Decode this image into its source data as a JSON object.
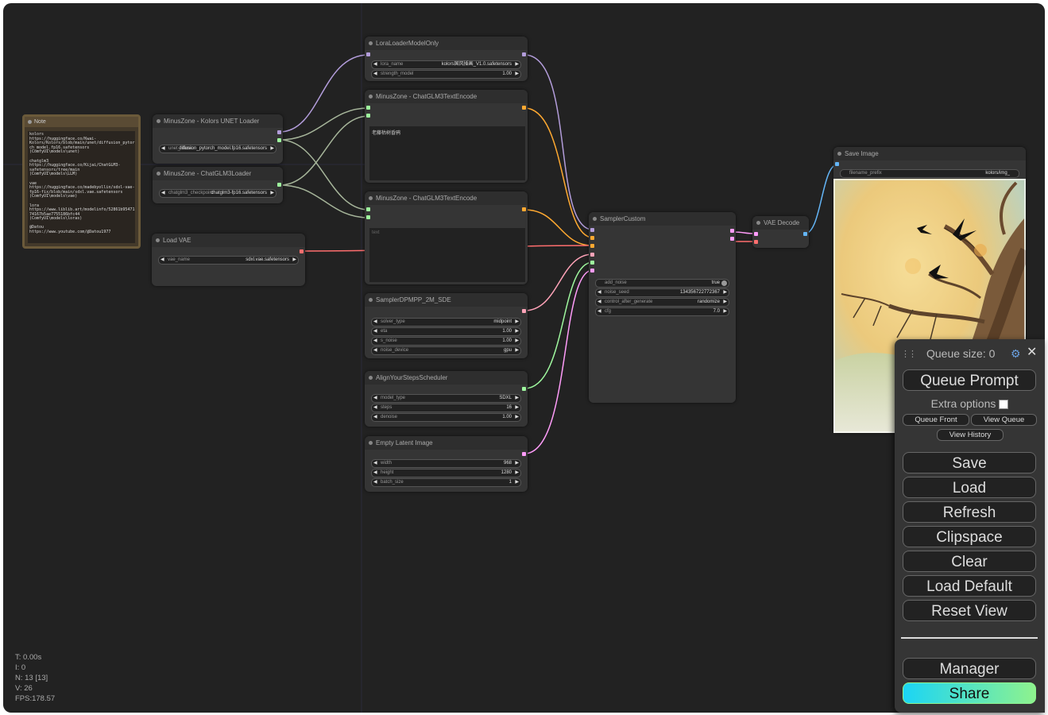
{
  "stats": {
    "t": "T: 0.00s",
    "i": "I: 0",
    "n": "N: 13 [13]",
    "v": "V: 26",
    "fps": "FPS:178.57"
  },
  "note": {
    "title": "Note",
    "text": "kolors\nhttps://huggingface.co/Kwai-\nKolors/Kolors/blob/main/unet/diffusion_pytor\nch_model.fp16.safetensors\n(ComfyUI\\models\\unet)\n\nchatglm3\nhttps://huggingface.co/Kijai/ChatGLM3-\nsafetensors/tree/main\n(ComfyUI\\models\\LLM)\n\nvae\nhttps://huggingface.co/madebyollin/sdxl-vae-\nfp16-fix/blob/main/sdxl.vae.safetensors\n(ComfyUI\\models\\vae)\n\nlora\nhttps://www.liblib.art/modelinfo/52861b95471\n74167b5ae7755186bfc44\n(ComfyUI\\models\\loras)\n\n@Datou\nhttps://www.youtube.com/@Datou1977"
  },
  "nodes": {
    "unet_loader": {
      "title": "MinusZone - Kolors UNET Loader",
      "w_label": "unet_name",
      "w_value": "diffusion_pytorch_model.fp16.safetensors"
    },
    "chatglm_loader": {
      "title": "MinusZone - ChatGLM3Loader",
      "w_label": "chatglm3_checkpoint",
      "w_value": "chatglm3-fp16.safetensors"
    },
    "load_vae": {
      "title": "Load VAE",
      "w_label": "vae_name",
      "w_value": "sdxl.vae.safetensors"
    },
    "lora": {
      "title": "LoraLoaderModelOnly",
      "w1_label": "lora_name",
      "w1_value": "kolors国风插画_V1.0.safetensors",
      "w2_label": "strength_model",
      "w2_value": "1.00"
    },
    "text_pos": {
      "title": "MinusZone - ChatGLM3TextEncode",
      "text": "老藤枯树昏鸦"
    },
    "text_neg": {
      "title": "MinusZone - ChatGLM3TextEncode",
      "placeholder": "text"
    },
    "sampler_dpm": {
      "title": "SamplerDPMPP_2M_SDE",
      "widgets": [
        {
          "label": "solver_type",
          "value": "midpoint"
        },
        {
          "label": "eta",
          "value": "1.00"
        },
        {
          "label": "s_noise",
          "value": "1.00"
        },
        {
          "label": "noise_device",
          "value": "gpu"
        }
      ]
    },
    "align_steps": {
      "title": "AlignYourStepsScheduler",
      "widgets": [
        {
          "label": "model_type",
          "value": "SDXL"
        },
        {
          "label": "steps",
          "value": "16"
        },
        {
          "label": "denoise",
          "value": "1.00"
        }
      ]
    },
    "empty_latent": {
      "title": "Empty Latent Image",
      "widgets": [
        {
          "label": "width",
          "value": "968"
        },
        {
          "label": "height",
          "value": "1280"
        },
        {
          "label": "batch_size",
          "value": "1"
        }
      ]
    },
    "sampler_custom": {
      "title": "SamplerCustom",
      "widgets": [
        {
          "label": "add_noise",
          "value": "true"
        },
        {
          "label": "noise_seed",
          "value": "134356722772367"
        },
        {
          "label": "control_after_generate",
          "value": "randomize"
        },
        {
          "label": "cfg",
          "value": "7.0"
        }
      ]
    },
    "vae_decode": {
      "title": "VAE Decode"
    },
    "save_image": {
      "title": "Save Image",
      "w_label": "filename_prefix",
      "w_value": "kolors/img_"
    }
  },
  "menu": {
    "queue_size": "Queue size: 0",
    "queue_prompt": "Queue Prompt",
    "extra_options": "Extra options",
    "queue_front": "Queue Front",
    "view_queue": "View Queue",
    "view_history": "View History",
    "save": "Save",
    "load": "Load",
    "refresh": "Refresh",
    "clipspace": "Clipspace",
    "clear": "Clear",
    "load_default": "Load Default",
    "reset_view": "Reset View",
    "manager": "Manager",
    "share": "Share"
  },
  "colors": {
    "canvas_bg": "#222222",
    "node_bg": "#353535",
    "wire_model": "#b39ddb",
    "wire_clip": "#a6b59a",
    "wire_cond": "#ffa931",
    "wire_vae": "#ff6e6e",
    "wire_sampler": "#ffa3b8",
    "wire_sigmas": "#9ef79e",
    "wire_latent": "#ff9cf9",
    "wire_image": "#64b5f6",
    "share_gradient_start": "#1bd5f5",
    "share_gradient_end": "#8ef28e"
  }
}
